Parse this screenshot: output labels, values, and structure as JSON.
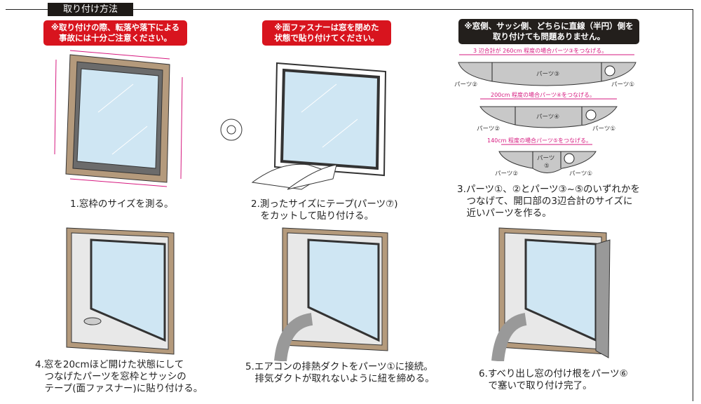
{
  "section_title": "取り付け方法",
  "notes": {
    "safety": "※取り付けの際、転落や落下による\n事故には十分ご注意ください。",
    "fastener": "※面ファスナーは窓を閉めた\n状態で貼り付けてください。",
    "orientation": "※窓側、サッシ側、どちらに直線（半円）側を\n取り付けても問題ありません。"
  },
  "steps": [
    "1.窓枠のサイズを測る。",
    "2.測ったサイズにテープ(パーツ⑦)\n　をカットして貼り付ける。",
    "3.パーツ①、②とパーツ③~⑤のいずれかを\n　つなげて、開口部の3辺合計のサイズに\n　近いパーツを作る。",
    "4.窓を20cmほど開けた状態にして\n　つなげたパーツを窓枠とサッシの\n　テープ(面ファスナー)に貼り付ける。",
    "5.エアコンの排熱ダクトをパーツ①に接続。\n　排気ダクトが取れないように紐を締める。",
    "6.すべり出し窓の付け根をパーツ⑥\n　で塞いで取り付け完了。"
  ],
  "parts_diagram": {
    "rows": [
      {
        "label": "3 辺合計が 260cm 程度の場合パーツ③をつなげる。",
        "center": "パーツ③",
        "left": "パーツ②",
        "right": "パーツ①"
      },
      {
        "label": "200cm 程度の場合パーツ④をつなげる。",
        "center": "パーツ④",
        "left": "パーツ②",
        "right": "パーツ①"
      },
      {
        "label": "140cm 程度の場合パーツ⑤をつなげる。",
        "center": "パーツ",
        "center2": "⑤",
        "left": "パーツ②",
        "right": "パーツ①"
      }
    ]
  },
  "colors": {
    "red": "#d8141e",
    "pink": "#d6197f",
    "frame": "#b49a7c",
    "glass": "#cfe6f3"
  }
}
